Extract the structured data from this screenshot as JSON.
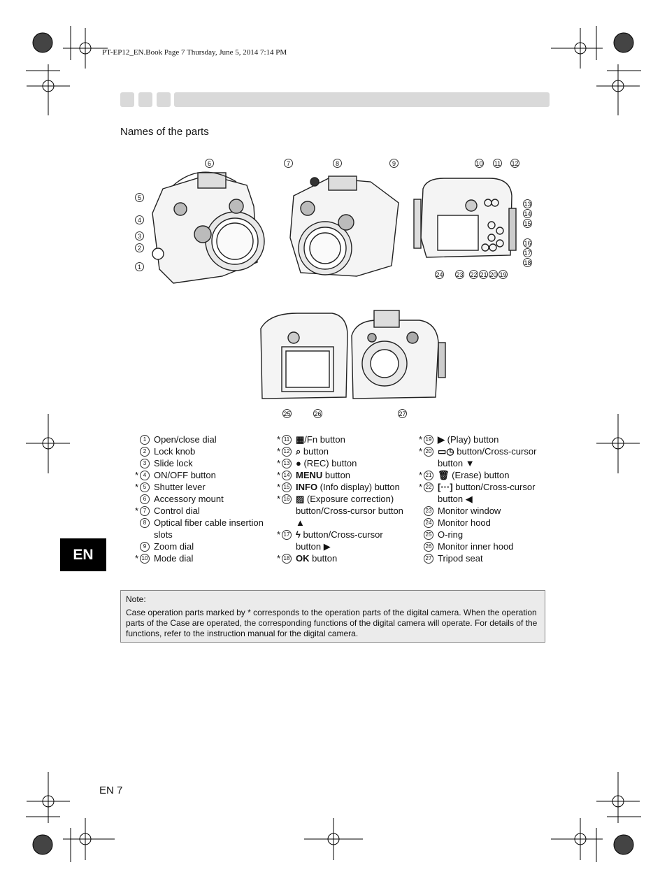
{
  "header": {
    "book_line": "PT-EP12_EN.Book  Page 7  Thursday, June 5, 2014  7:14 PM"
  },
  "section": {
    "title": "Names of the parts"
  },
  "figures": {
    "front_left_callouts": [
      "6",
      "5",
      "4",
      "3",
      "2",
      "1"
    ],
    "front_right_callouts": [
      "7",
      "8",
      "9"
    ],
    "back_callouts_top": [
      "10",
      "11",
      "12"
    ],
    "back_callouts_right": [
      "13",
      "14",
      "15",
      "16",
      "17",
      "18"
    ],
    "back_callouts_bottom": [
      "24",
      "23",
      "22",
      "21",
      "20",
      "19"
    ],
    "open_callouts": [
      "25",
      "26",
      "27"
    ]
  },
  "parts": {
    "col1": [
      {
        "star": "",
        "num": "1",
        "label": "Open/close dial"
      },
      {
        "star": "",
        "num": "2",
        "label": "Lock knob"
      },
      {
        "star": "",
        "num": "3",
        "label": "Slide lock"
      },
      {
        "star": "*",
        "num": "4",
        "label": "ON/OFF button"
      },
      {
        "star": "*",
        "num": "5",
        "label": "Shutter lever"
      },
      {
        "star": "",
        "num": "6",
        "label": "Accessory mount"
      },
      {
        "star": "*",
        "num": "7",
        "label": "Control dial"
      },
      {
        "star": "",
        "num": "8",
        "label": "Optical fiber cable insertion slots"
      },
      {
        "star": "",
        "num": "9",
        "label": "Zoom dial"
      },
      {
        "star": "*",
        "num": "10",
        "label": "Mode dial"
      }
    ],
    "col2": [
      {
        "star": "*",
        "num": "11",
        "icon": "▦",
        "label": "/Fn button"
      },
      {
        "star": "*",
        "num": "12",
        "icon": "⌕",
        "label": " button"
      },
      {
        "star": "*",
        "num": "13",
        "icon": "●",
        "label": " (REC) button"
      },
      {
        "star": "*",
        "num": "14",
        "icon": "MENU",
        "label": " button"
      },
      {
        "star": "*",
        "num": "15",
        "icon": "INFO",
        "label": " (Info display) button"
      },
      {
        "star": "*",
        "num": "16",
        "icon": "▨",
        "label": " (Exposure correction) button/Cross-cursor button ▲"
      },
      {
        "star": "*",
        "num": "17",
        "icon": "ϟ",
        "label": " button/Cross-cursor button ▶"
      },
      {
        "star": "*",
        "num": "18",
        "icon": "OK",
        "label": " button"
      }
    ],
    "col3": [
      {
        "star": "*",
        "num": "19",
        "icon": "▶",
        "label": " (Play) button"
      },
      {
        "star": "*",
        "num": "20",
        "icon": "▭◷",
        "label": " button/Cross-cursor button ▼"
      },
      {
        "star": "*",
        "num": "21",
        "icon": "🗑",
        "label": " (Erase) button"
      },
      {
        "star": "*",
        "num": "22",
        "icon": "[···]",
        "label": " button/Cross-cursor button ◀"
      },
      {
        "star": "",
        "num": "23",
        "label": "Monitor window"
      },
      {
        "star": "",
        "num": "24",
        "label": "Monitor hood"
      },
      {
        "star": "",
        "num": "25",
        "label": "O-ring"
      },
      {
        "star": "",
        "num": "26",
        "label": "Monitor inner hood"
      },
      {
        "star": "",
        "num": "27",
        "label": "Tripod seat"
      }
    ]
  },
  "lang_badge": "EN",
  "note": {
    "heading": "Note:",
    "body": "Case operation parts marked by * corresponds to the operation parts of the digital camera. When the operation parts of the Case are operated, the corresponding functions of the digital camera will operate. For details of the functions, refer to the instruction manual for the digital camera."
  },
  "page_number": "EN 7"
}
